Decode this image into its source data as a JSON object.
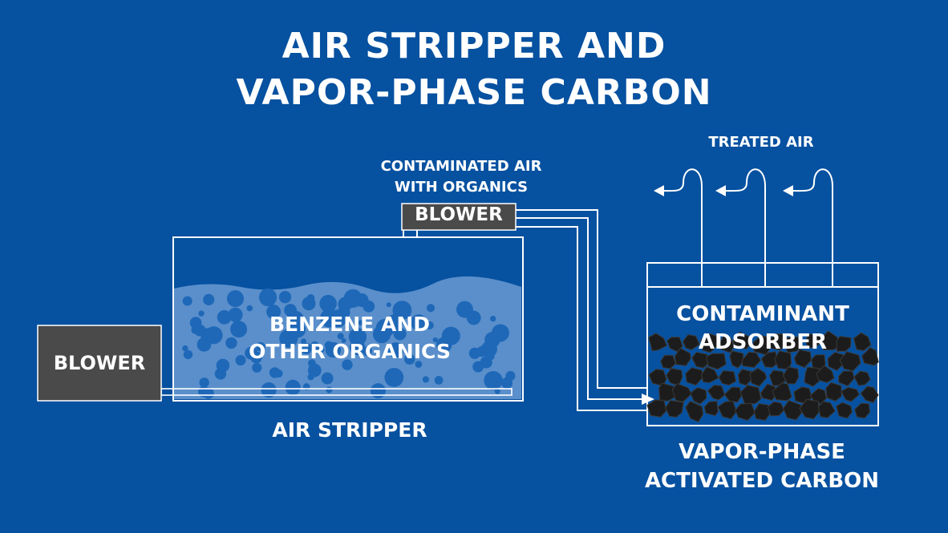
{
  "title": {
    "line1": "AIR STRIPPER AND",
    "line2": "VAPOR-PHASE CARBON"
  },
  "labels": {
    "treated_air": "TREATED AIR",
    "contaminated_air_line1": "CONTAMINATED AIR",
    "contaminated_air_line2": "WITH ORGANICS",
    "top_blower": "BLOWER",
    "side_blower": "BLOWER",
    "tank_content_line1": "BENZENE AND",
    "tank_content_line2": "OTHER ORGANICS",
    "air_stripper": "AIR STRIPPER",
    "adsorber_line1": "CONTAMINANT",
    "adsorber_line2": "ADSORBER",
    "carbon_line1": "VAPOR-PHASE",
    "carbon_line2": "ACTIVATED CARBON"
  },
  "colors": {
    "background": "#0651a0",
    "water": "#5a8fcb",
    "bubble": "#1f68b8",
    "blower_fill": "#4a4a4a",
    "carbon": "#1c1c1c",
    "line": "#ffffff"
  }
}
